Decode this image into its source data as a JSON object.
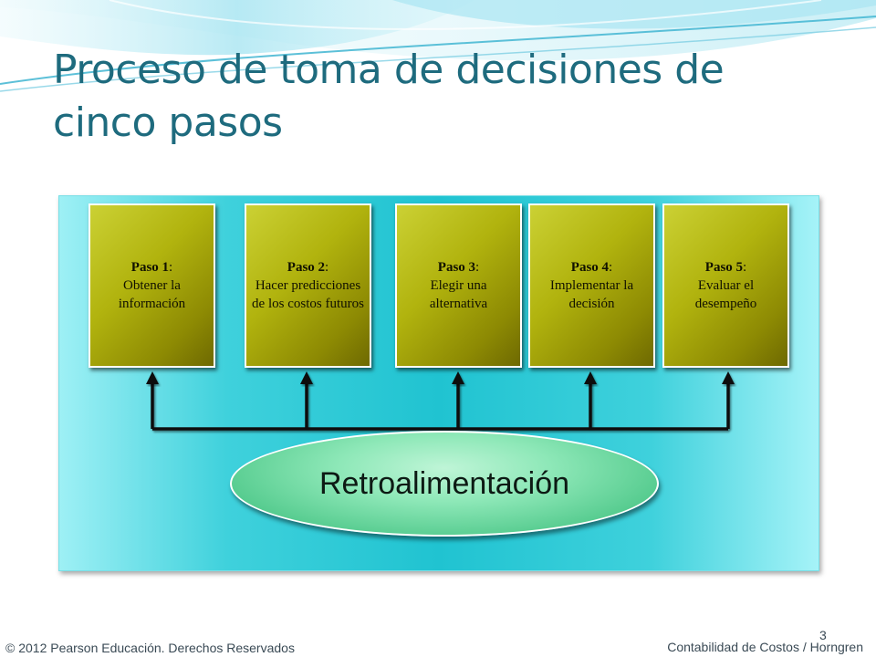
{
  "title": "Proceso de toma de decisiones de cinco pasos",
  "steps": [
    {
      "label": "Paso 1",
      "text": "Obtener la información"
    },
    {
      "label": "Paso 2",
      "text": "Hacer predicciones de los costos futuros"
    },
    {
      "label": "Paso 3",
      "text": "Elegir una alternativa"
    },
    {
      "label": "Paso 4",
      "text": "Implementar la decisión"
    },
    {
      "label": "Paso 5",
      "text": "Evaluar el desempeño"
    }
  ],
  "feedback": "Retroalimentación",
  "footer": {
    "copyright": "© 2012 Pearson Educación. Derechos Reservados",
    "book": "Contabilidad de Costos / Horngren",
    "page": "3"
  },
  "colors": {
    "title": "#1e6b7e",
    "panel": "#20c3d1",
    "step_box": "#b1b30e",
    "feedback": "#8ee8b8",
    "connector": "#111111"
  }
}
